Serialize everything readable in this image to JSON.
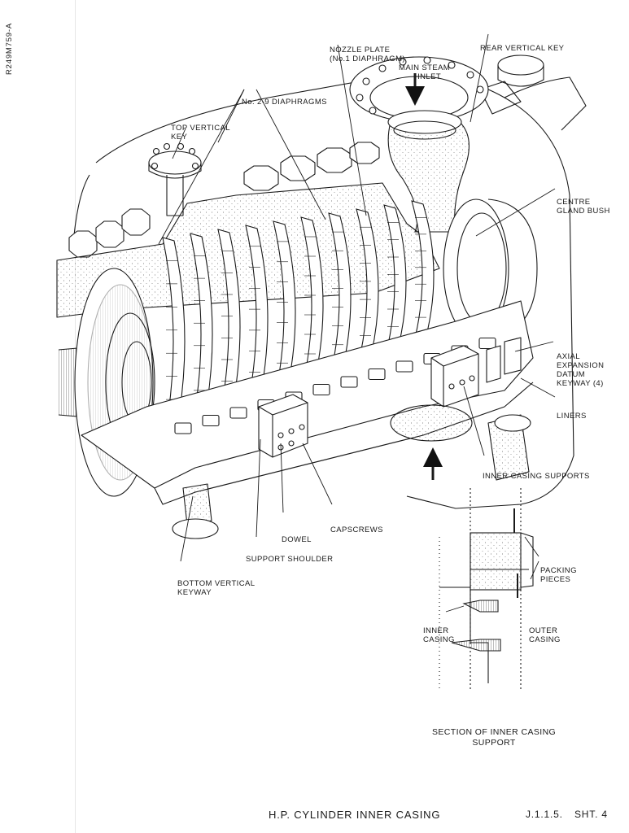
{
  "document_id": "R249M759-A",
  "labels": {
    "nozzle_plate": [
      "NOZZLE PLATE",
      "(No.1 DIAPHRAGM)"
    ],
    "rear_vertical_key": [
      "REAR VERTICAL KEY"
    ],
    "main_steam_inlet": [
      "MAIN STEAM",
      "INLET"
    ],
    "diaphragms": [
      "No. 2-9 DIAPHRAGMS"
    ],
    "top_vertical_key": [
      "TOP VERTICAL",
      "KEY"
    ],
    "centre_gland_bush": [
      "CENTRE",
      "GLAND BUSH"
    ],
    "axial_expansion": [
      "AXIAL",
      "EXPANSION",
      "DATUM",
      "KEYWAY (4)"
    ],
    "liners": [
      "LINERS"
    ],
    "inner_casing_supports": [
      "INNER CASING SUPPORTS"
    ],
    "capscrews": [
      "CAPSCREWS"
    ],
    "dowel": [
      "DOWEL"
    ],
    "support_shoulder": [
      "SUPPORT SHOULDER"
    ],
    "bottom_vertical_keyway": [
      "BOTTOM VERTICAL",
      "KEYWAY"
    ],
    "packing_pieces": [
      "PACKING",
      "PIECES"
    ],
    "inner_casing": [
      "INNER",
      "CASING"
    ],
    "outer_casing": [
      "OUTER",
      "CASING"
    ],
    "section_caption": [
      "SECTION OF INNER CASING",
      "SUPPORT"
    ]
  },
  "footer": {
    "title": "H.P. CYLINDER INNER CASING",
    "ref": "J.1.1.5.",
    "sheet": "SHT. 4"
  }
}
